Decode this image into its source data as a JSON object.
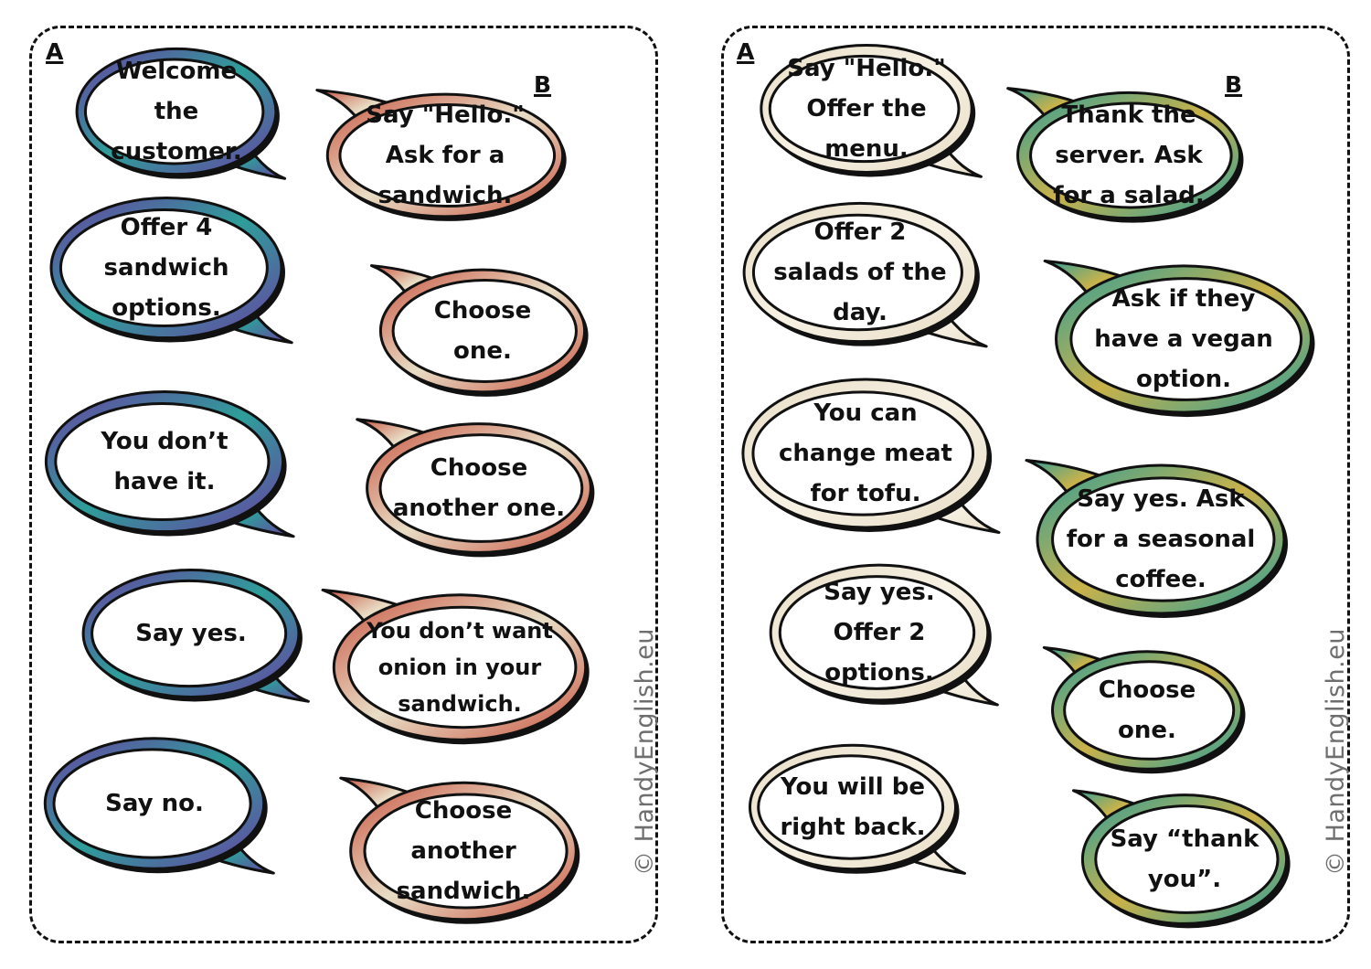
{
  "cards": [
    {
      "role_a": "A",
      "role_b": "B",
      "watermark": "© HandyEnglish.eu",
      "a_bubbles": [
        "Welcome the customer.",
        "Offer 4 sandwich options.",
        "You don’t have it.",
        "Say yes.",
        "Say no."
      ],
      "b_bubbles": [
        "Say \"Hello.\" Ask for a sandwich.",
        "Choose one.",
        "Choose another one.",
        "You don’t want onion in your sandwich.",
        "Choose another sandwich."
      ]
    },
    {
      "role_a": "A",
      "role_b": "B",
      "watermark": "© HandyEnglish.eu",
      "a_bubbles": [
        "Say \"Hello.\" Offer the menu.",
        "Offer 2 salads of the day.",
        "You can change meat for tofu.",
        "Say yes. Offer 2 options.",
        "You will be right back."
      ],
      "b_bubbles": [
        "Thank the server. Ask for a salad.",
        "Ask if they have a vegan option.",
        "Say yes. Ask for a seasonal coffee.",
        "Choose one.",
        "Say “thank you”."
      ]
    }
  ],
  "colors": {
    "theme_purple": "#6a3fa3",
    "theme_teal": "#2e9e9a",
    "theme_red": "#c8533f",
    "theme_cream": "#e8ddc6",
    "theme_gold": "#c9b24a",
    "outline": "#111111"
  }
}
